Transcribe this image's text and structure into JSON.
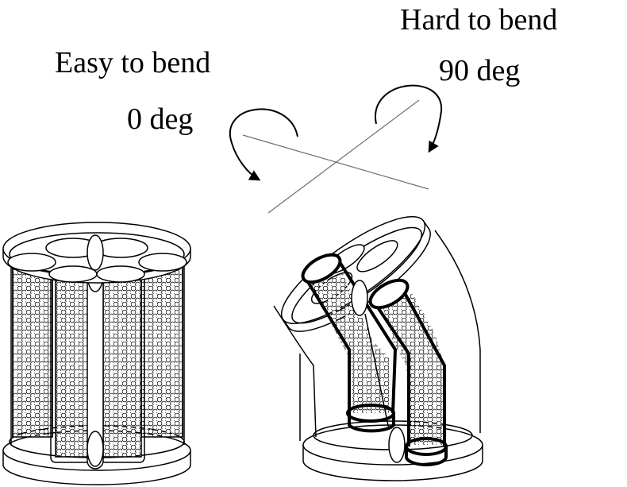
{
  "labels": {
    "left_title": "Easy to bend",
    "left_angle": "0 deg",
    "right_title": "Hard to bend",
    "right_angle": "90 deg"
  },
  "colors": {
    "ink": "#000000",
    "paper": "#ffffff",
    "axis_line": "#6e6e6e"
  }
}
